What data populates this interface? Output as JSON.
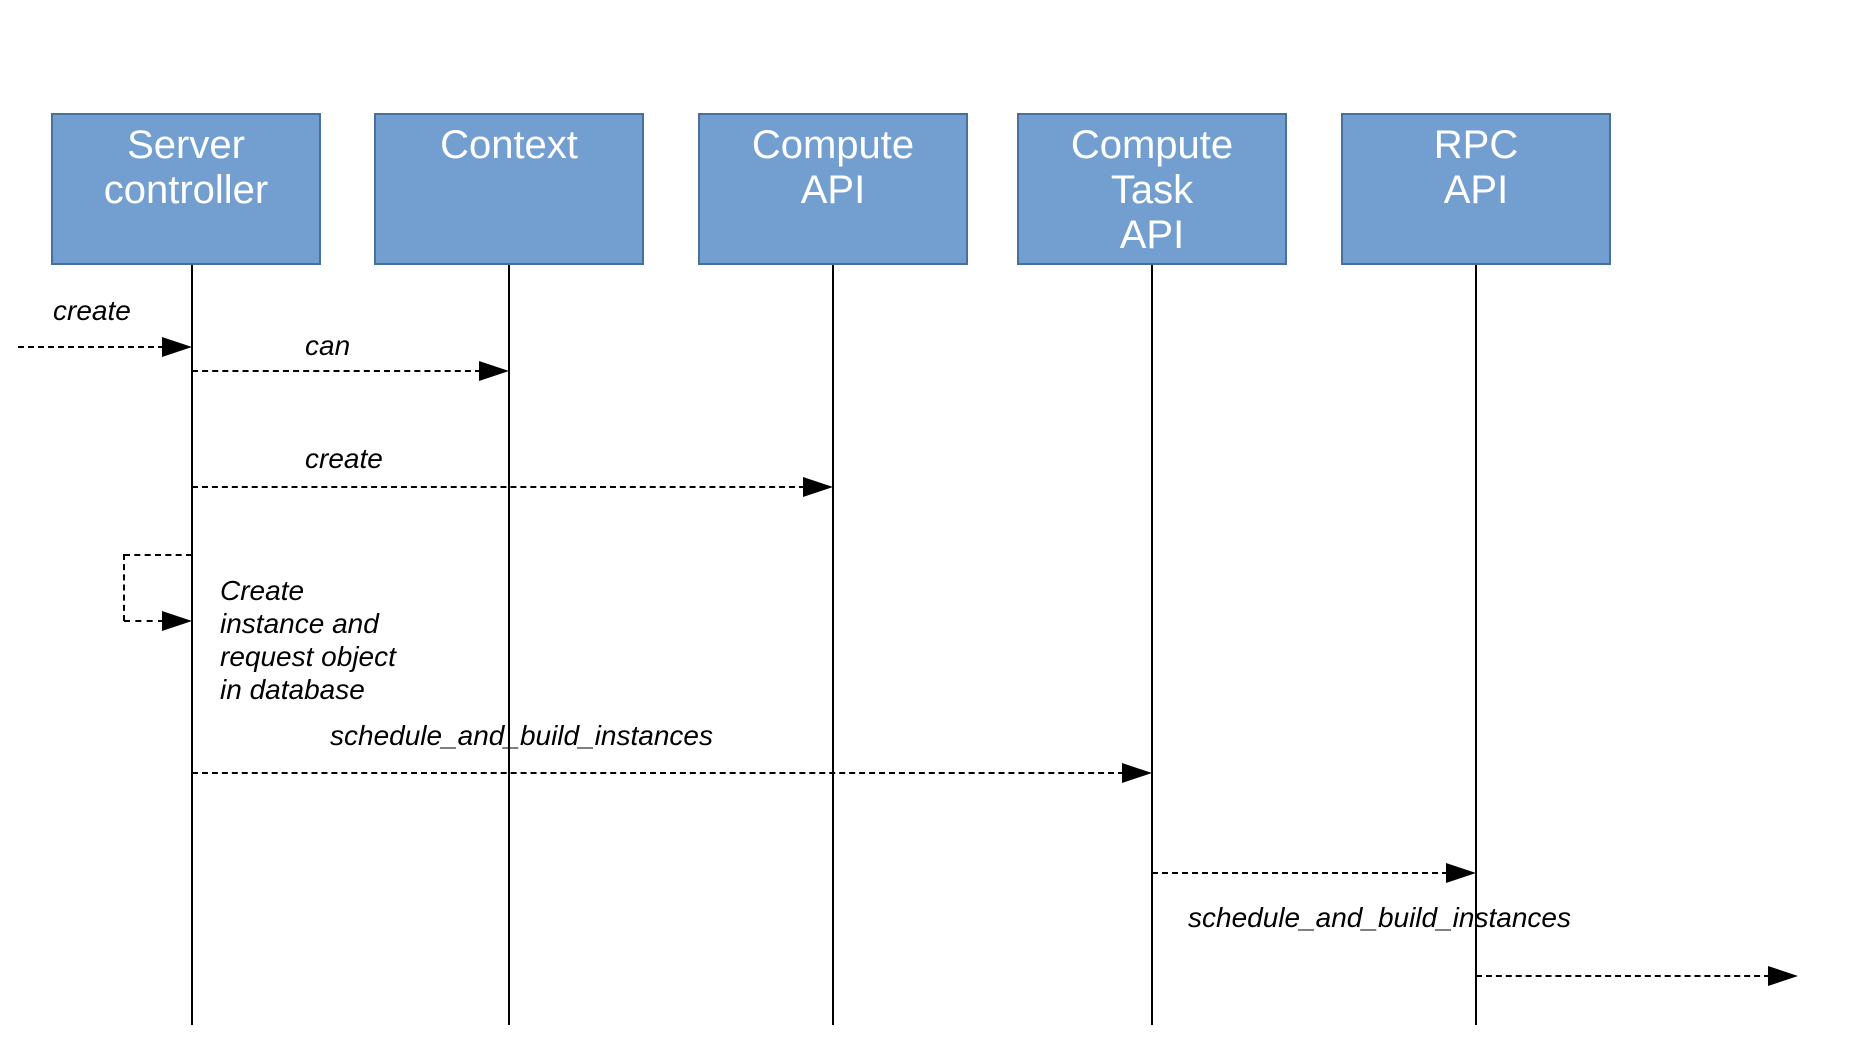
{
  "diagram": {
    "kind": "sequence-diagram",
    "colors": {
      "background": "#FFFFFF",
      "actor_fill": "#729FCF",
      "actor_border": "#46719C",
      "actor_text": "#FFFFFF",
      "line": "#000000",
      "label_text": "#000000"
    },
    "actors": [
      {
        "id": "server-controller",
        "label": "Server\ncontroller"
      },
      {
        "id": "context",
        "label": "Context"
      },
      {
        "id": "compute-api",
        "label": "Compute\nAPI"
      },
      {
        "id": "compute-task-api",
        "label": "Compute\nTask\nAPI"
      },
      {
        "id": "rpc-api",
        "label": "RPC\nAPI"
      }
    ],
    "messages": [
      {
        "label": "create",
        "from": "external-left",
        "to": "server-controller",
        "style": "dashed"
      },
      {
        "label": "can",
        "from": "server-controller",
        "to": "context",
        "style": "dashed"
      },
      {
        "label": "create",
        "from": "server-controller",
        "to": "compute-api",
        "style": "dashed"
      },
      {
        "label": "Create\ninstance and\nrequest object\nin database",
        "from": "server-controller",
        "to": "server-controller",
        "style": "dashed-self-loop"
      },
      {
        "label": "schedule_and_build_instances",
        "from": "server-controller",
        "to": "compute-task-api",
        "style": "dashed"
      },
      {
        "label": "",
        "from": "compute-task-api",
        "to": "rpc-api",
        "style": "dashed"
      },
      {
        "label": "schedule_and_build_instances",
        "from": "rpc-api",
        "to": "external-right",
        "style": "dashed"
      }
    ]
  }
}
